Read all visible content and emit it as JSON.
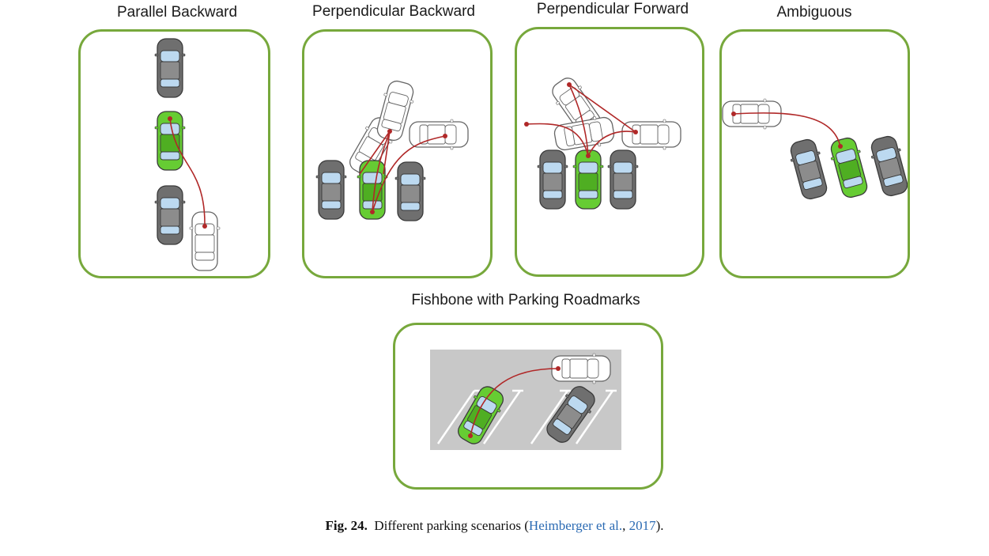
{
  "panels": [
    {
      "id": "parallel-backward",
      "title": "Parallel Backward"
    },
    {
      "id": "perpendicular-backward",
      "title": "Perpendicular Backward"
    },
    {
      "id": "perpendicular-forward",
      "title": "Perpendicular Forward"
    },
    {
      "id": "ambiguous",
      "title": "Ambiguous"
    },
    {
      "id": "fishbone",
      "title": "Fishbone with Parking Roadmarks"
    }
  ],
  "caption": {
    "label": "Fig. 24.",
    "text": "Different parking scenarios (",
    "ref_authors": "Heimberger et al.",
    "sep": ", ",
    "ref_year": "2017",
    "end": ")."
  },
  "colors": {
    "panel_border": "#77a83c",
    "ego_car": "#66cc33",
    "parked_car": "#6f6f6f",
    "ghost_car": "#ffffff",
    "trajectory": "#b02828",
    "window": "#bcd9f0",
    "road_gray": "#c8c8c8",
    "link": "#2a6ab3"
  }
}
